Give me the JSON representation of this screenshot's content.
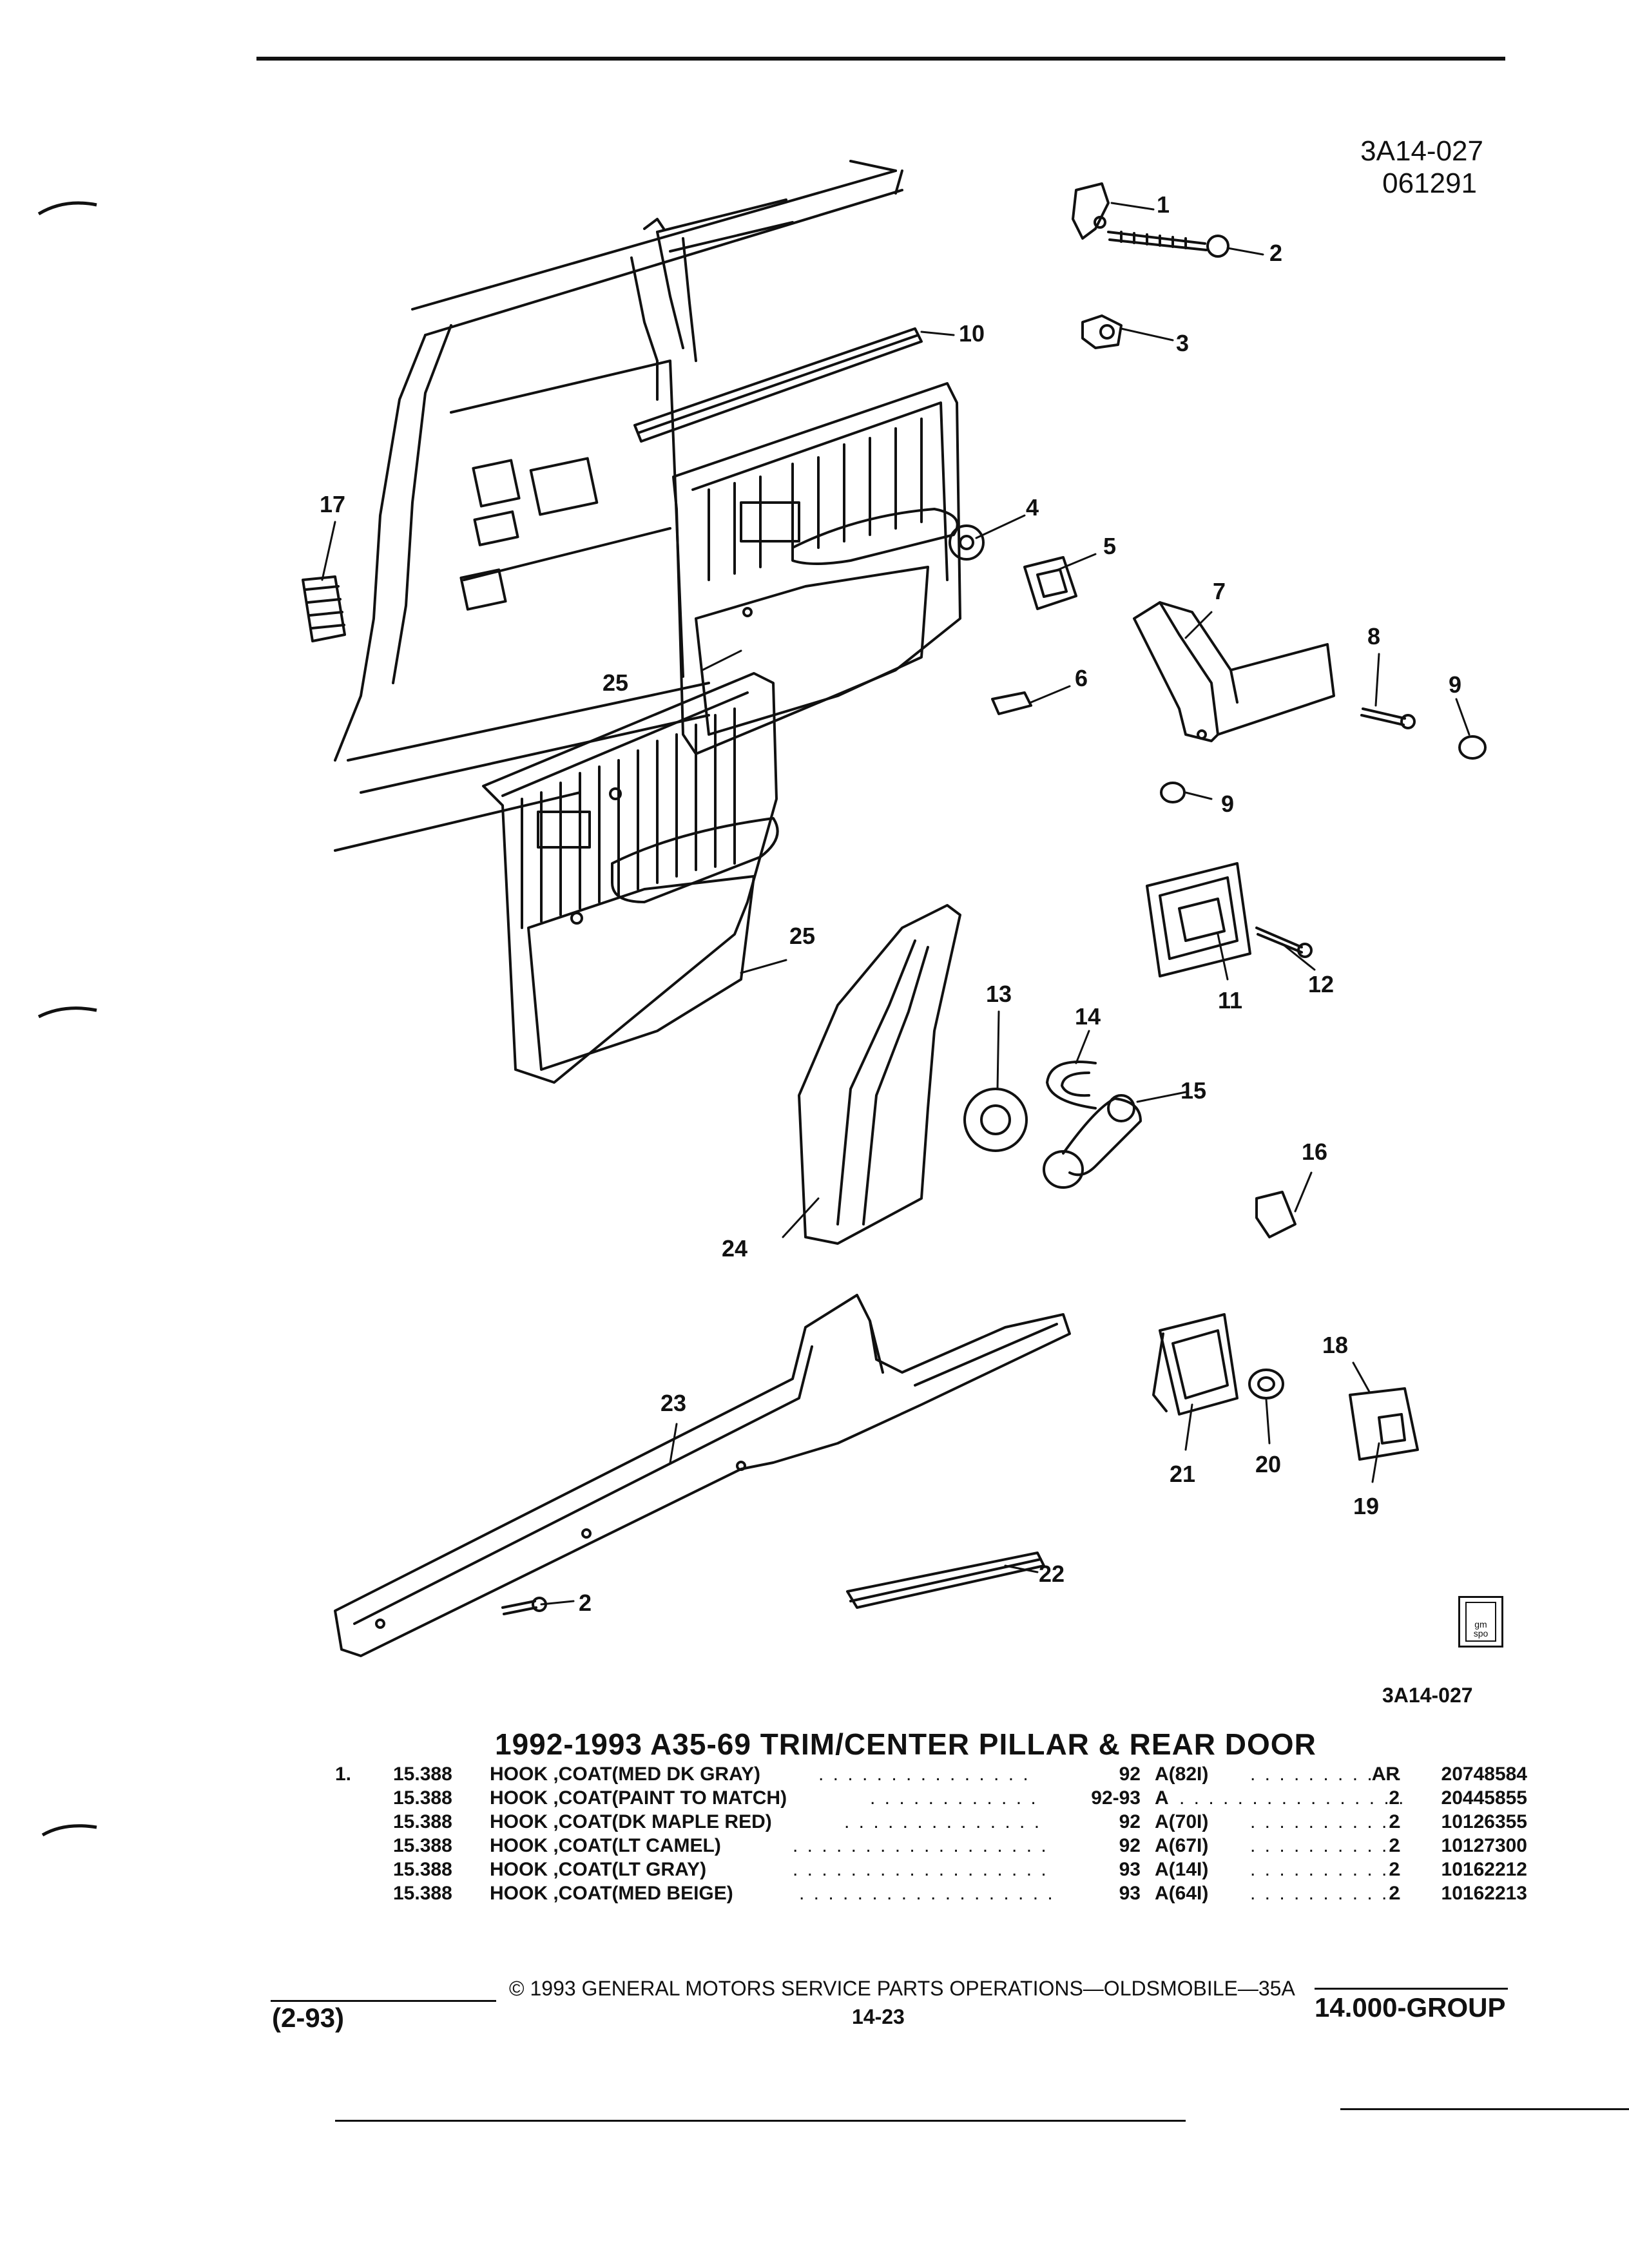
{
  "header": {
    "ref_code": "3A14-027",
    "date_code": "061291"
  },
  "diagram": {
    "ref_label": "3A14-027",
    "callouts": [
      "1",
      "2",
      "3",
      "4",
      "5",
      "6",
      "7",
      "8",
      "9",
      "9",
      "10",
      "11",
      "12",
      "13",
      "14",
      "15",
      "16",
      "17",
      "18",
      "19",
      "20",
      "21",
      "22",
      "23",
      "24",
      "25",
      "25",
      "2"
    ]
  },
  "table": {
    "title": "1992-1993 A35-69 TRIM/CENTER PILLAR & REAR DOOR",
    "rows": [
      {
        "item": "1.",
        "catalog": "15.388",
        "desc": "HOOK ,COAT(MED DK GRAY)",
        "year": "92",
        "code": "A(82I)",
        "qty": "AR",
        "part": "20748584"
      },
      {
        "item": "",
        "catalog": "15.388",
        "desc": "HOOK ,COAT(PAINT TO MATCH)",
        "year": "92-93",
        "code": "A",
        "qty": "2",
        "part": "20445855"
      },
      {
        "item": "",
        "catalog": "15.388",
        "desc": "HOOK ,COAT(DK MAPLE RED)",
        "year": "92",
        "code": "A(70I)",
        "qty": "2",
        "part": "10126355"
      },
      {
        "item": "",
        "catalog": "15.388",
        "desc": "HOOK ,COAT(LT CAMEL)",
        "year": "92",
        "code": "A(67I)",
        "qty": "2",
        "part": "10127300"
      },
      {
        "item": "",
        "catalog": "15.388",
        "desc": "HOOK ,COAT(LT GRAY)",
        "year": "93",
        "code": "A(14I)",
        "qty": "2",
        "part": "10162212"
      },
      {
        "item": "",
        "catalog": "15.388",
        "desc": "HOOK ,COAT(MED BEIGE)",
        "year": "93",
        "code": "A(64I)",
        "qty": "2",
        "part": "10162213"
      }
    ]
  },
  "footer": {
    "copyright": "© 1993 GENERAL MOTORS SERVICE PARTS OPERATIONS—OLDSMOBILE—35A",
    "page": "14-23",
    "date": "(2-93)",
    "group": "14.000-GROUP"
  },
  "logo": {
    "text": "gm spo"
  }
}
